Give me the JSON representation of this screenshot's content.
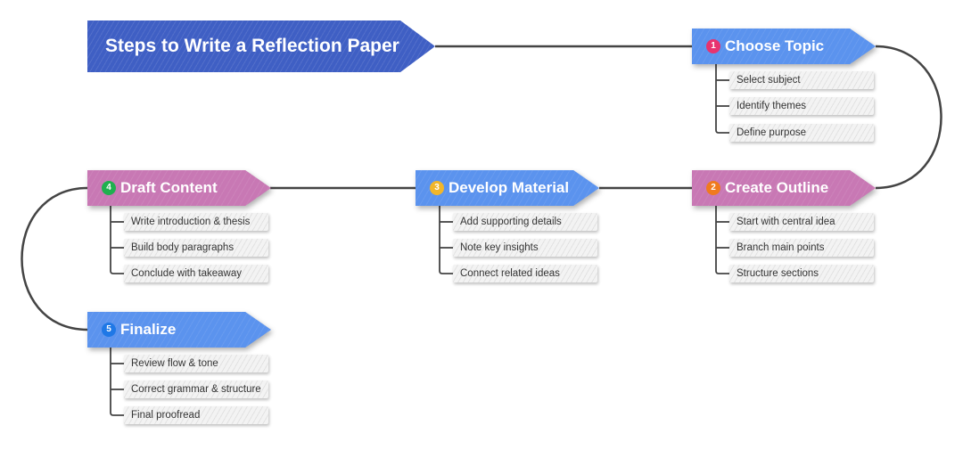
{
  "title": "Steps to Write a Reflection Paper",
  "colors": {
    "title_fill": "#3f5fc4",
    "blue_step": "#5b93ee",
    "pink_step": "#c878b4",
    "connector": "#444444"
  },
  "steps": [
    {
      "number": "1",
      "label": "Choose Topic",
      "fill": "#5b93ee",
      "badge_color": "#e8336f",
      "items": [
        "Select subject",
        "Identify themes",
        "Define purpose"
      ]
    },
    {
      "number": "2",
      "label": "Create Outline",
      "fill": "#c878b4",
      "badge_color": "#f07a1e",
      "items": [
        "Start with central idea",
        "Branch main points",
        "Structure sections"
      ]
    },
    {
      "number": "3",
      "label": "Develop Material",
      "fill": "#5b93ee",
      "badge_color": "#f2b62a",
      "items": [
        "Add supporting details",
        "Note key insights",
        "Connect related ideas"
      ]
    },
    {
      "number": "4",
      "label": "Draft Content",
      "fill": "#c878b4",
      "badge_color": "#1fb04f",
      "items": [
        "Write introduction & thesis",
        "Build body paragraphs",
        "Conclude with takeaway"
      ]
    },
    {
      "number": "5",
      "label": "Finalize",
      "fill": "#5b93ee",
      "badge_color": "#1f78e6",
      "items": [
        "Review flow & tone",
        "Correct grammar & structure",
        "Final proofread"
      ]
    }
  ]
}
